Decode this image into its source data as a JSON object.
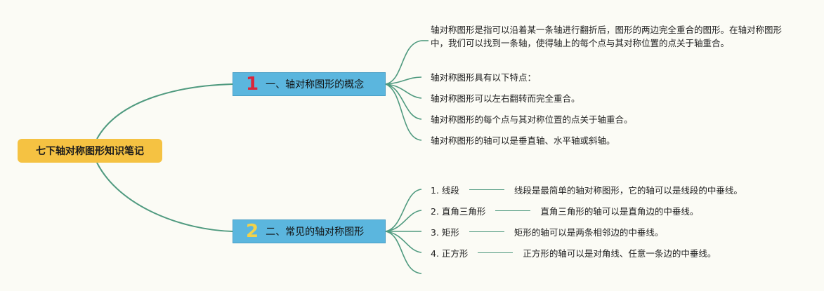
{
  "root": {
    "label": "七下轴对称图形知识笔记"
  },
  "branches": [
    {
      "number": "1",
      "label": "一、轴对称图形的概念",
      "leaves": [
        "轴对称图形是指可以沿着某一条轴进行翻折后，图形的两边完全重合的图形。在轴对称图形中，我们可以找到一条轴，使得轴上的每个点与其对称位置的点关于轴重合。",
        "轴对称图形具有以下特点：",
        "轴对称图形可以左右翻转而完全重合。",
        "轴对称图形的每个点与其对称位置的点关于轴重合。",
        "轴对称图形的轴可以是垂直轴、水平轴或斜轴。"
      ]
    },
    {
      "number": "2",
      "label": "二、常见的轴对称图形",
      "items": [
        {
          "term": "1. 线段",
          "desc": "线段是最简单的轴对称图形，它的轴可以是线段的中垂线。"
        },
        {
          "term": "2. 直角三角形",
          "desc": "直角三角形的轴可以是直角边的中垂线。"
        },
        {
          "term": "3. 矩形",
          "desc": "矩形的轴可以是两条相邻边的中垂线。"
        },
        {
          "term": "4. 正方形",
          "desc": "正方形的轴可以是对角线、任意一条边的中垂线。"
        }
      ]
    }
  ],
  "colors": {
    "root_fill": "#f5c242",
    "branch_fill": "#5bb6de",
    "connector": "#4f9a7f",
    "number1": "#d9263c",
    "number2": "#f2d24a"
  }
}
